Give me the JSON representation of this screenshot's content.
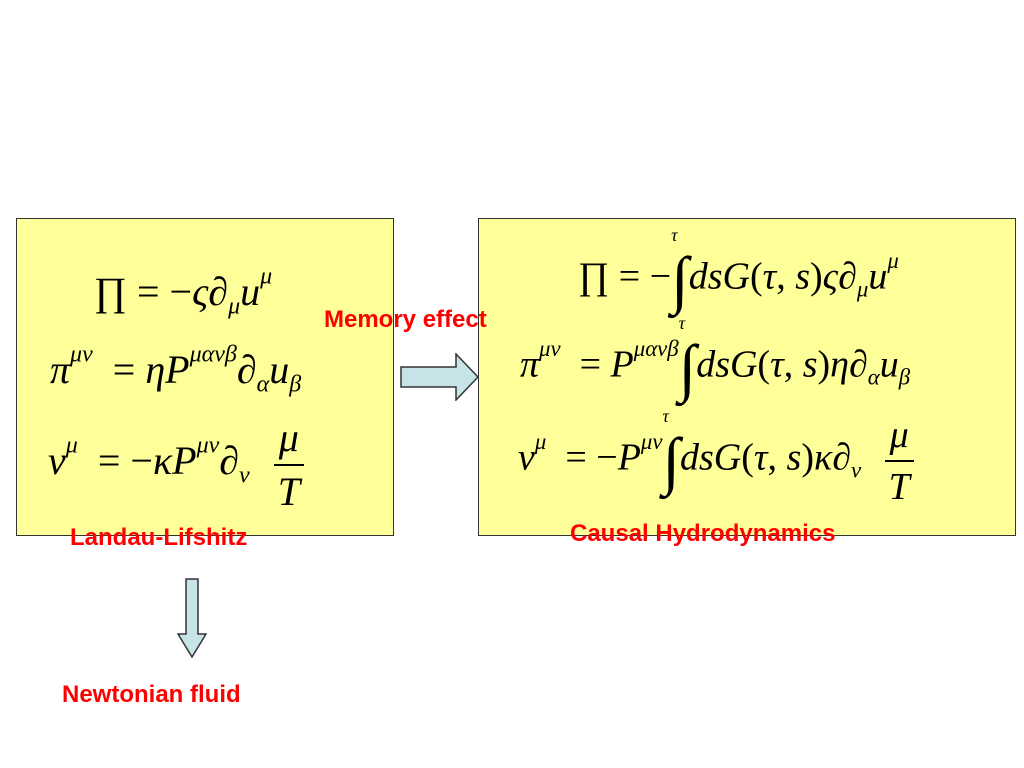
{
  "labels": {
    "memory_effect": "Memory effect",
    "landau_lifshitz": "Landau-Lifshitz",
    "causal_hydrodynamics": "Causal Hydrodynamics",
    "newtonian_fluid": "Newtonian fluid"
  },
  "colors": {
    "box_fill": "#ffff99",
    "label_red": "#ff0000",
    "arrow_fill": "#c6e3e8"
  }
}
